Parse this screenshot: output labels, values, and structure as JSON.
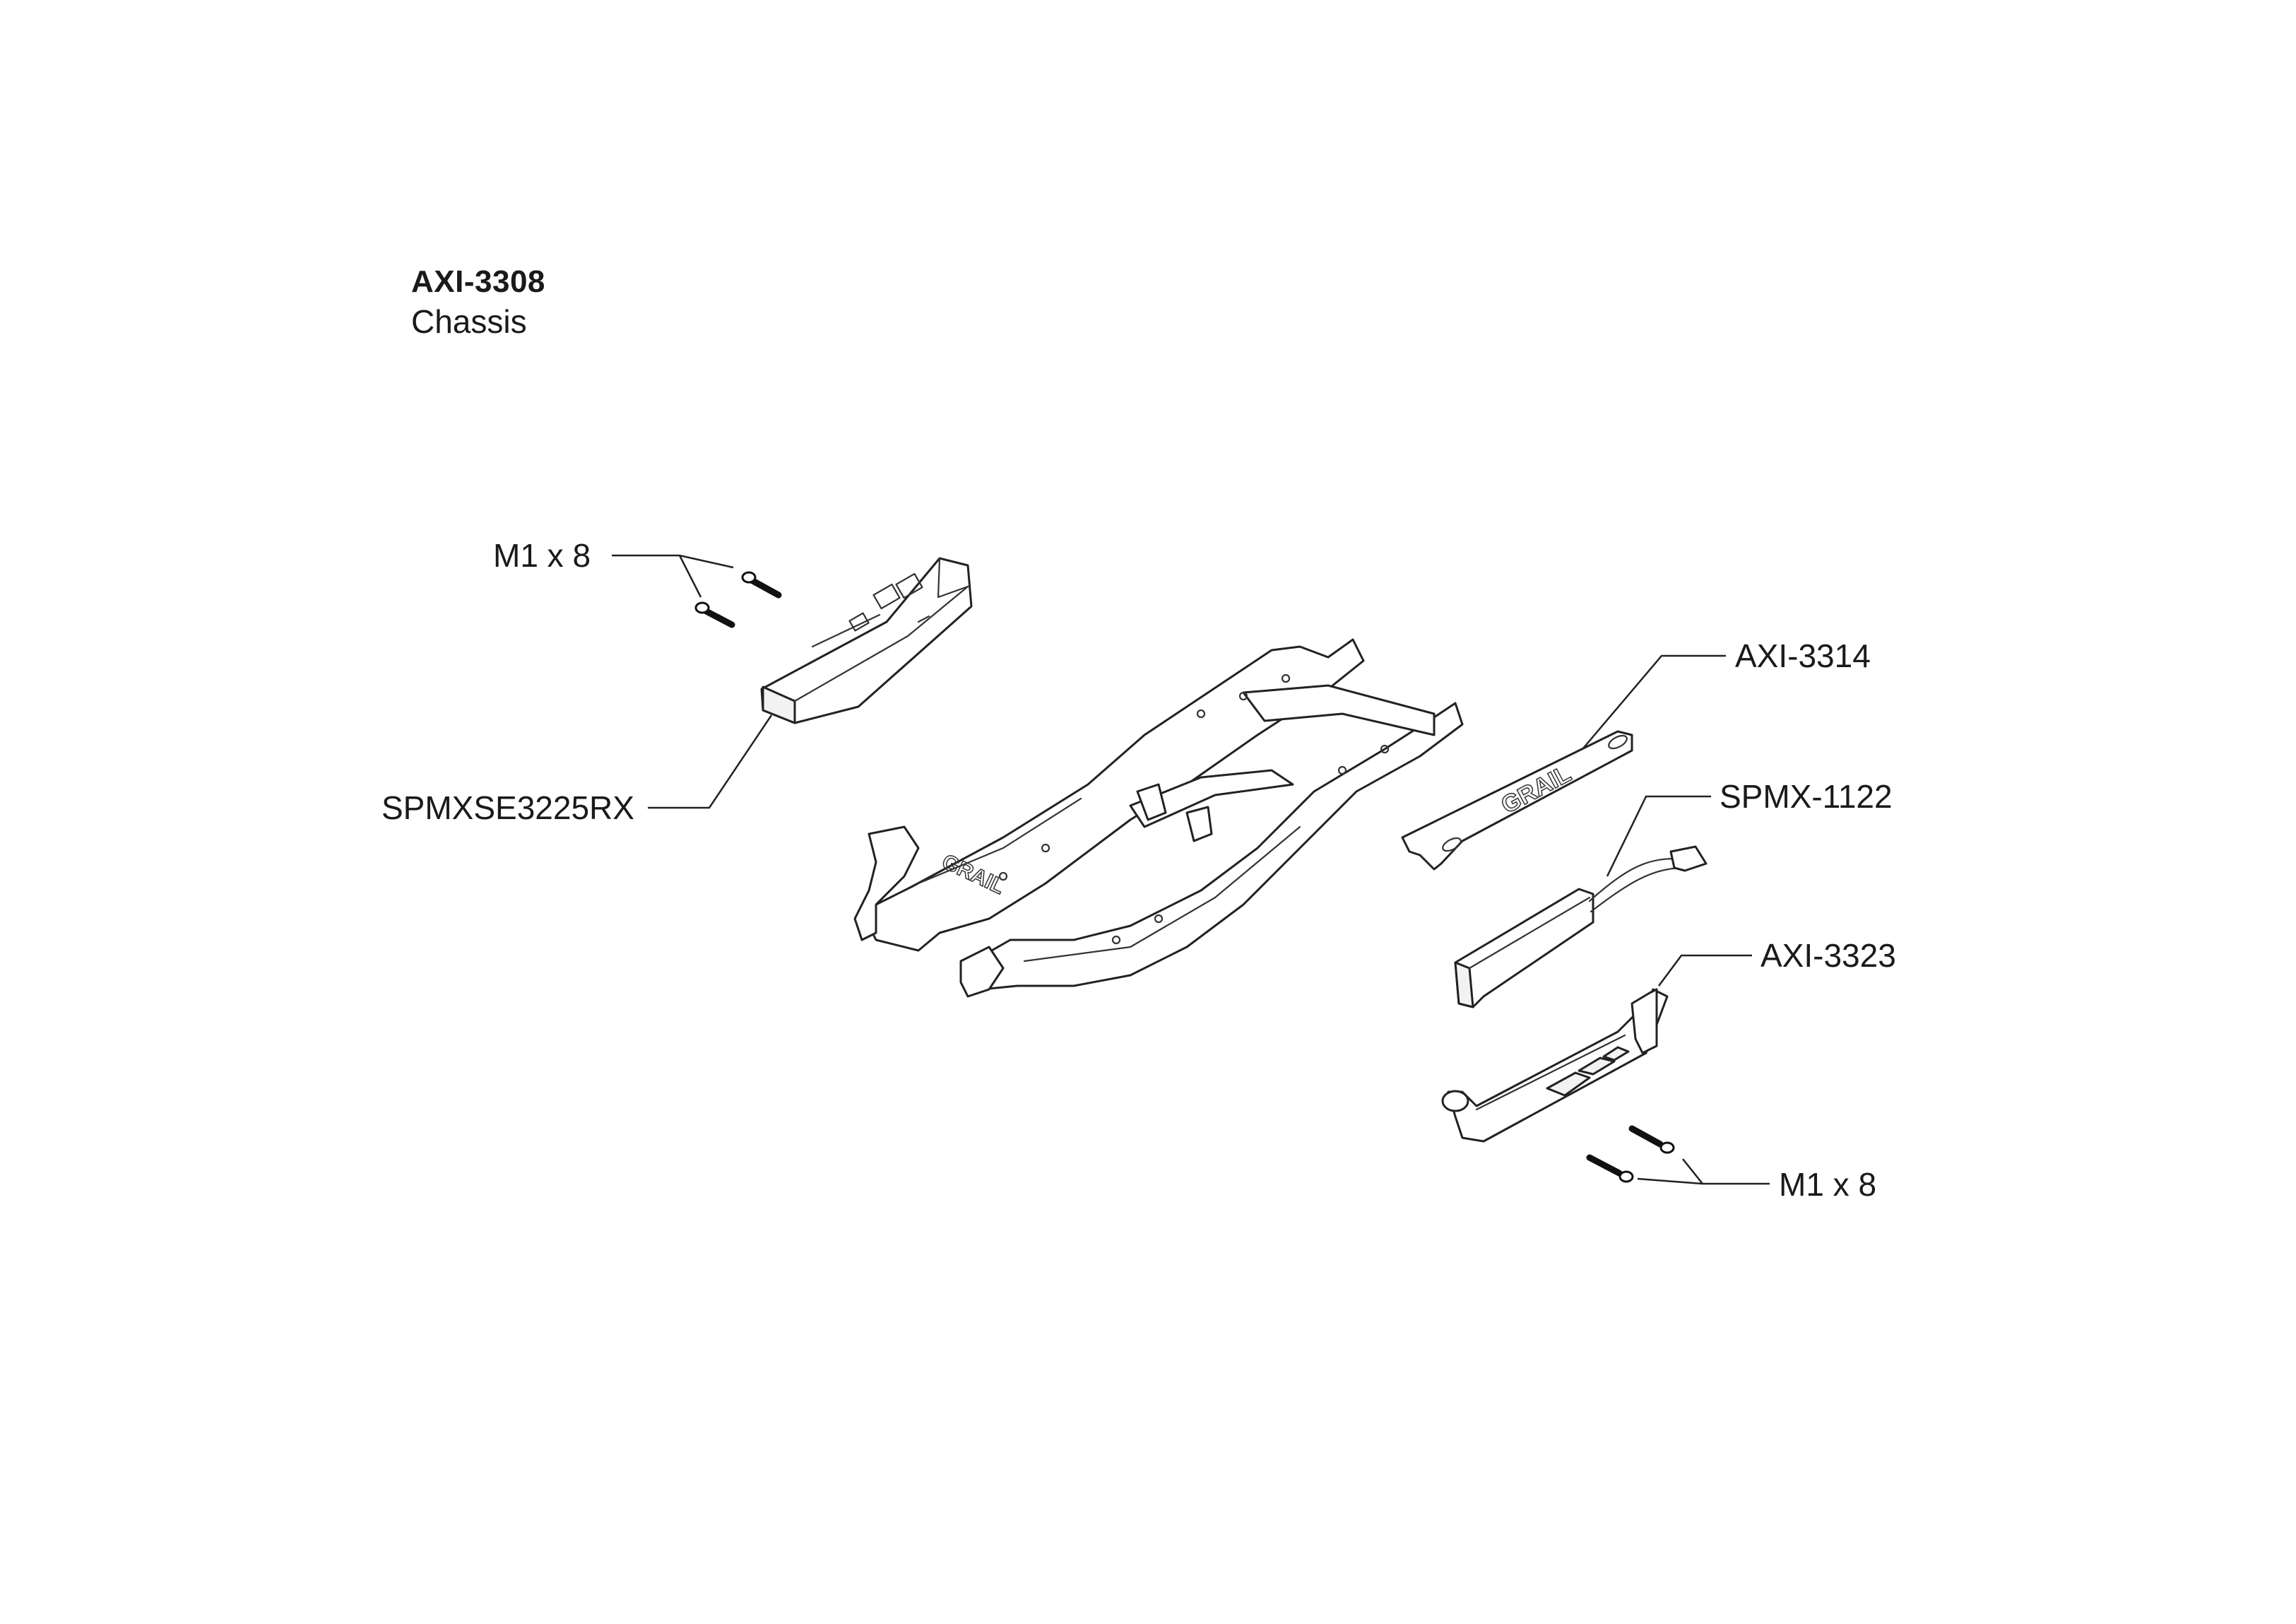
{
  "header": {
    "part_number": "AXI-3308",
    "part_name": "Chassis"
  },
  "callouts": {
    "screw_top": "M1 x 8",
    "receiver": "SPMXSE3225RX",
    "tool": "AXI-3314",
    "battery": "SPMX-1122",
    "battery_tray": "AXI-3323",
    "screw_bottom": "M1 x 8"
  },
  "logo_text": "GRAIL"
}
